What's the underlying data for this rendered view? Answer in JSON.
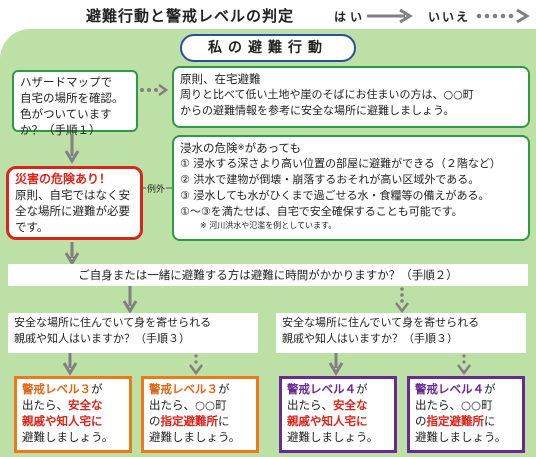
{
  "header": {
    "title": "避難行動と警戒レベルの判定",
    "legend_yes": "はい",
    "legend_no": "いいえ"
  },
  "main_title": "私の避難行動",
  "step1": {
    "lines": [
      "ハザードマップで",
      "自宅の場所を確認。",
      "色がついていますか？（手順１）"
    ]
  },
  "home_evac": {
    "lines": [
      "原則、在宅避難",
      "周りと比べて低い土地や崖のそばにお住まいの方は、○○町",
      "からの避難情報を参考に安全な場所に避難しましょう。"
    ]
  },
  "flood": {
    "title": "浸水の危険",
    "title_mark": "※",
    "title_rest": "があっても",
    "items": [
      "①  浸水する深さより高い位置の部屋に避難ができる（２階など）",
      "②  洪水で建物が倒壊・崩落するおそれが高い区域外である。",
      "③  浸水しても水がひくまで過ごせる水・食糧等の備えがある。",
      "①～③を満たせば、自宅で安全確保することも可能です。"
    ],
    "note": "※ 河川洪水や氾濫を例としています。"
  },
  "exception_label": "例外",
  "danger": {
    "title": "災害の危険あり！",
    "lines": [
      "原則、自宅ではなく安",
      "全な場所に避難が必要",
      "です。"
    ]
  },
  "step2": "ご自身または一緒に避難する方は避難に時間がかかりますか？（手順２）",
  "step3_left": [
    "安全な場所に住んでいて身を寄せられる",
    "親戚や知人はいますか？（手順３）"
  ],
  "step3_right": [
    "安全な場所に住んでいて身を寄せられる",
    "親戚や知人はいますか？（手順３）"
  ],
  "results": [
    {
      "l1a": "警戒レベル３",
      "l1b": "が",
      "l2a": "出たら、",
      "l2b": "安全な",
      "l3": "親戚や知人宅に",
      "l4": "避難しましょう。"
    },
    {
      "l1a": "警戒レベル３",
      "l1b": "が",
      "l2a": "出たら、",
      "l2b": "○○町",
      "l3a": "の",
      "l3b": "指定避難所",
      "l3c": "に",
      "l4": "避難しましょう。"
    },
    {
      "l1a": "警戒レベル４",
      "l1b": "が",
      "l2a": "出たら、",
      "l2b": "安全な",
      "l3": "親戚や知人宅に",
      "l4": "避難しましょう。"
    },
    {
      "l1a": "警戒レベル４",
      "l1b": "が",
      "l2a": "出たら、",
      "l2b": "○○町",
      "l3a": "の",
      "l3b": "指定避難所",
      "l3c": "に",
      "l4": "避難しましょう。"
    }
  ],
  "colors": {
    "panel": "#bde0a6",
    "green": "#2e9a45",
    "red": "#d8261c",
    "orange": "#ec7a1b",
    "purple": "#6b2a8f",
    "arrow": "#808080"
  }
}
